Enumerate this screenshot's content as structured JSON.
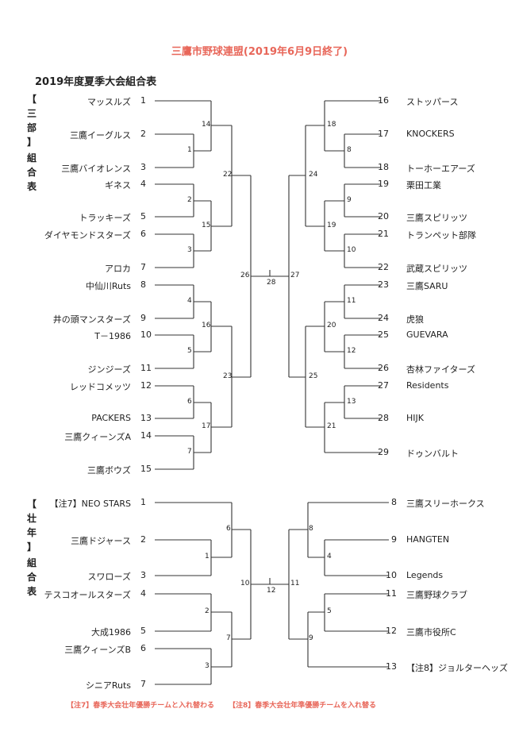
{
  "title": "三鷹市野球連盟(2019年6月9日終了)",
  "subtitle": "2019年度夏季大会組合表",
  "division1_label": [
    "【",
    "三",
    "部",
    "】",
    "組",
    "合",
    "表"
  ],
  "division2_label": [
    "【",
    "壮",
    "年",
    "】",
    "組",
    "合",
    "表"
  ],
  "div1": {
    "left": [
      {
        "name": "マッスルズ",
        "seed": "1"
      },
      {
        "name": "三鷹イーグルス",
        "seed": "2"
      },
      {
        "name": "三鷹バイオレンス",
        "seed": "3"
      },
      {
        "name": "ギネス",
        "seed": "4"
      },
      {
        "name": "トラッキーズ",
        "seed": "5"
      },
      {
        "name": "ダイヤモンドスターズ",
        "seed": "6"
      },
      {
        "name": "アロカ",
        "seed": "7"
      },
      {
        "name": "中仙川Ruts",
        "seed": "8"
      },
      {
        "name": "井の頭マンスターズ",
        "seed": "9"
      },
      {
        "name": "T－1986",
        "seed": "10"
      },
      {
        "name": "ジンジーズ",
        "seed": "11"
      },
      {
        "name": "レッドコメッツ",
        "seed": "12"
      },
      {
        "name": "PACKERS",
        "seed": "13"
      },
      {
        "name": "三鷹クィーンズA",
        "seed": "14"
      },
      {
        "name": "三鷹ボウズ",
        "seed": "15"
      }
    ],
    "right": [
      {
        "name": "ストッパース",
        "seed": "16"
      },
      {
        "name": "KNOCKERS",
        "seed": "17"
      },
      {
        "name": "トーホーエアーズ",
        "seed": "18"
      },
      {
        "name": "栗田工業",
        "seed": "19"
      },
      {
        "name": "三鷹スピリッツ",
        "seed": "20"
      },
      {
        "name": "トランペット部隊",
        "seed": "21"
      },
      {
        "name": "武蔵スピリッツ",
        "seed": "22"
      },
      {
        "name": "三鷹SARU",
        "seed": "23"
      },
      {
        "name": "虎狼",
        "seed": "24"
      },
      {
        "name": "GUEVARA",
        "seed": "25"
      },
      {
        "name": "杏林ファイターズ",
        "seed": "26"
      },
      {
        "name": "Residents",
        "seed": "27"
      },
      {
        "name": "HIJK",
        "seed": "28"
      },
      {
        "name": "ドゥンバルト",
        "seed": "29"
      }
    ],
    "matches": [
      "1",
      "2",
      "3",
      "4",
      "5",
      "6",
      "7",
      "8",
      "9",
      "10",
      "11",
      "12",
      "13",
      "14",
      "15",
      "16",
      "17",
      "18",
      "19",
      "20",
      "21",
      "22",
      "23",
      "24",
      "25",
      "26",
      "27",
      "28"
    ]
  },
  "div2": {
    "left": [
      {
        "name": "【注7】NEO STARS",
        "seed": "1"
      },
      {
        "name": "三鷹ドジャース",
        "seed": "2"
      },
      {
        "name": "スワローズ",
        "seed": "3"
      },
      {
        "name": "テスコオールスターズ",
        "seed": "4"
      },
      {
        "name": "大成1986",
        "seed": "5"
      },
      {
        "name": "三鷹クィーンズB",
        "seed": "6"
      },
      {
        "name": "シニアRuts",
        "seed": "7"
      }
    ],
    "right": [
      {
        "name": "三鷹スリーホークス",
        "seed": "8"
      },
      {
        "name": "HANGTEN",
        "seed": "9"
      },
      {
        "name": "Legends",
        "seed": "10"
      },
      {
        "name": "三鷹野球クラブ",
        "seed": "11"
      },
      {
        "name": "三鷹市役所C",
        "seed": "12"
      },
      {
        "name": "【注8】ジョルターヘッズ",
        "seed": "13"
      }
    ],
    "matches": [
      "1",
      "2",
      "3",
      "4",
      "5",
      "6",
      "7",
      "8",
      "9",
      "10",
      "11",
      "12"
    ]
  },
  "notes": {
    "note7": "【注7】春季大会壮年優勝チームと入れ替わる",
    "note8": "【注8】春季大会壮年準優勝チームを入れ替る"
  }
}
